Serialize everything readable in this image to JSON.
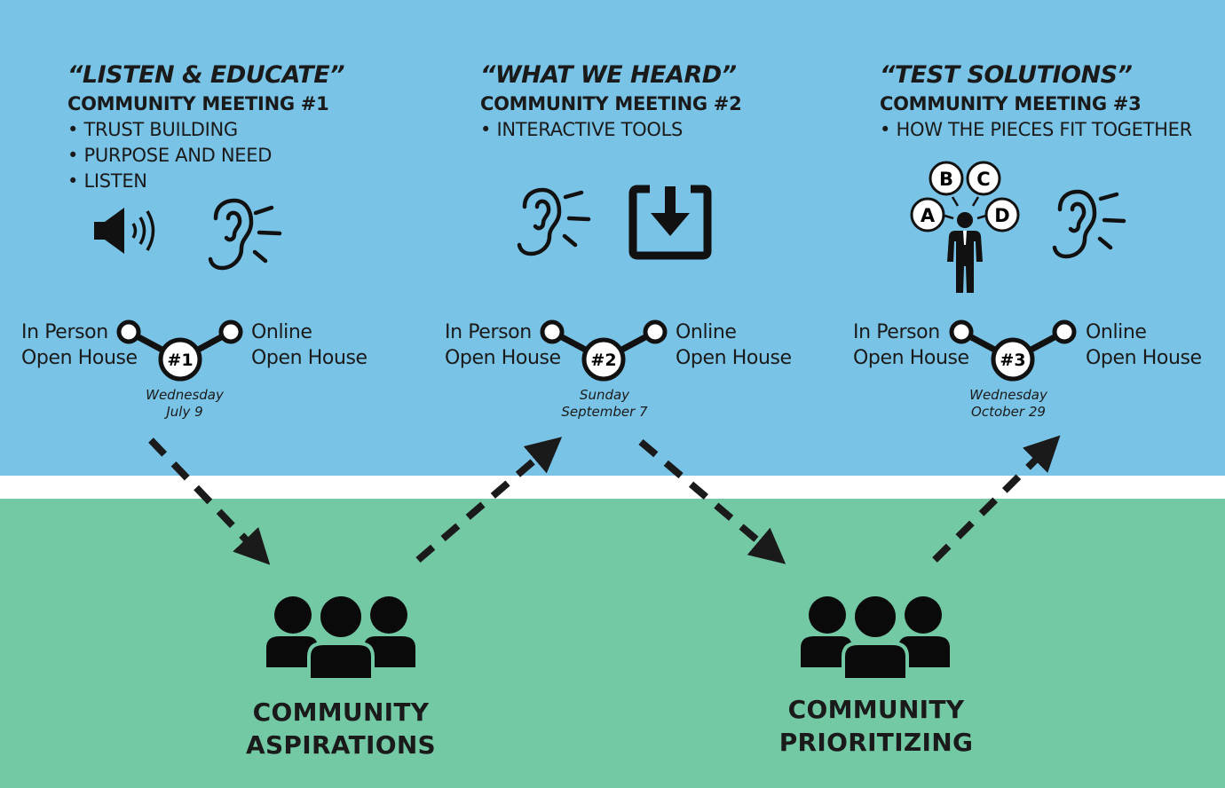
{
  "meetings": [
    {
      "quote": "“LISTEN & EDUCATE”",
      "title": "COMMUNITY MEETING #1",
      "bullets": [
        "TRUST BUILDING",
        "PURPOSE AND NEED",
        "LISTEN"
      ],
      "in_person": [
        "In Person",
        "Open House"
      ],
      "online": [
        "Online",
        "Open House"
      ],
      "badge": "#1",
      "date": [
        "Wednesday",
        "July 9"
      ]
    },
    {
      "quote": "“WHAT WE HEARD”",
      "title": "COMMUNITY MEETING #2",
      "bullets": [
        "INTERACTIVE TOOLS"
      ],
      "in_person": [
        "In Person",
        "Open House"
      ],
      "online": [
        "Online",
        "Open House"
      ],
      "badge": "#2",
      "date": [
        "Sunday",
        "September 7"
      ]
    },
    {
      "quote": "“TEST SOLUTIONS”",
      "title": "COMMUNITY MEETING #3",
      "bullets": [
        "HOW THE PIECES FIT TOGETHER"
      ],
      "in_person": [
        "In Person",
        "Open House"
      ],
      "online": [
        "Online",
        "Open House"
      ],
      "badge": "#3",
      "date": [
        "Wednesday",
        "October 29"
      ],
      "options": [
        "A",
        "B",
        "C",
        "D"
      ]
    }
  ],
  "groups": [
    {
      "lines": [
        "COMMUNITY",
        "ASPIRATIONS"
      ]
    },
    {
      "lines": [
        "COMMUNITY",
        "PRIORITIZING"
      ]
    }
  ],
  "icons": {
    "speaker": "speaker-icon",
    "ear": "ear-icon",
    "download": "download-icon",
    "people": "people-group-icon",
    "person_options": "person-options-icon"
  },
  "colors": {
    "top_band": "#79c3e6",
    "bottom_band": "#74c9a5",
    "ink": "#1a1a1a"
  }
}
